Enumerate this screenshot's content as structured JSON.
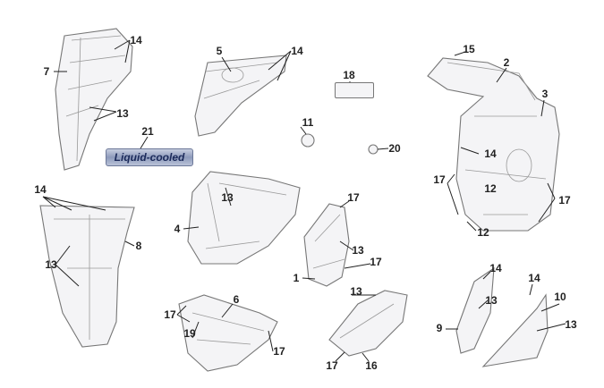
{
  "diagram": {
    "title": "Body cover parts exploded view",
    "badge_text": "Liquid-cooled",
    "callouts": [
      "14",
      "7",
      "13",
      "21",
      "5",
      "14",
      "18",
      "15",
      "2",
      "3",
      "11",
      "20",
      "14",
      "17",
      "12",
      "17",
      "12",
      "14",
      "8",
      "13",
      "4",
      "13",
      "17",
      "13",
      "17",
      "1",
      "6",
      "17",
      "19",
      "17",
      "13",
      "17",
      "16",
      "14",
      "13",
      "9",
      "14",
      "10",
      "13"
    ]
  }
}
